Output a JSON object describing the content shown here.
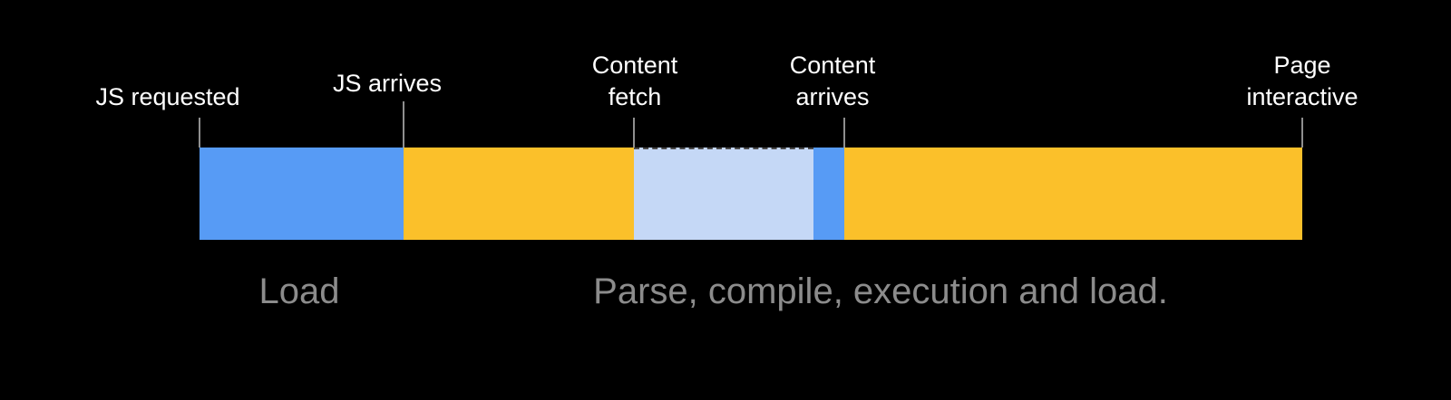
{
  "diagram": {
    "kind": "javascript-loading-timeline",
    "milestones": [
      {
        "id": "js-requested",
        "text": "JS requested"
      },
      {
        "id": "js-arrives",
        "text": "JS arrives"
      },
      {
        "id": "content-fetch",
        "text": "Content\nfetch"
      },
      {
        "id": "content-arrives",
        "text": "Content\narrives"
      },
      {
        "id": "page-interactive",
        "text": "Page\ninteractive"
      }
    ],
    "segments": [
      {
        "id": "js-download",
        "from": "JS requested",
        "to": "JS arrives",
        "color": "#579BF5"
      },
      {
        "id": "parse-compile",
        "from": "JS arrives",
        "to": "Content fetch",
        "color": "#FBC02A"
      },
      {
        "id": "content-fetch",
        "from": "Content fetch",
        "to": "",
        "color": "#C5D8F6"
      },
      {
        "id": "content-download",
        "from": "",
        "to": "Content arrives",
        "color": "#579BF5"
      },
      {
        "id": "execution",
        "from": "Content arrives",
        "to": "Page interactive",
        "color": "#FBC02A"
      }
    ],
    "phases": [
      {
        "id": "load",
        "label": "Load"
      },
      {
        "id": "parse",
        "label": "Parse, compile, execution and load."
      }
    ],
    "colors": {
      "background": "#000000",
      "milestone_label": "#FFFFFF",
      "phase_label": "#8C8C8C",
      "tick": "#8F8F8F",
      "blue": "#579BF5",
      "yellow": "#FBC02A",
      "light_blue": "#C5D8F6"
    }
  }
}
